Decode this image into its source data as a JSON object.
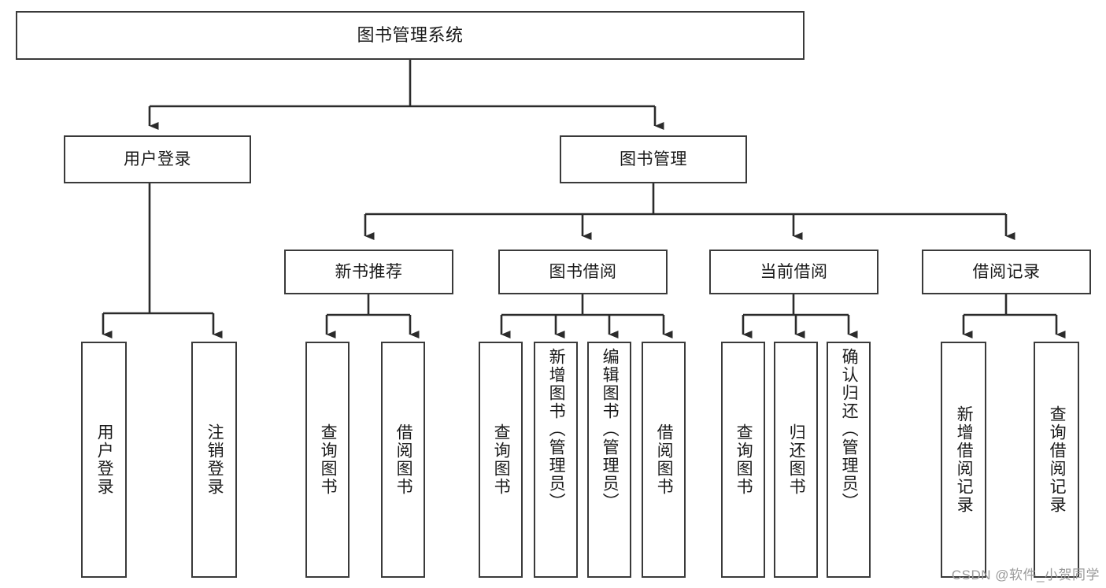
{
  "diagram": {
    "title": "图书管理系统",
    "type": "tree-hierarchy-chart",
    "root": {
      "id": "root",
      "label": "图书管理系统"
    },
    "level2": [
      {
        "id": "user-login",
        "label": "用户登录"
      },
      {
        "id": "book-manage",
        "label": "图书管理"
      }
    ],
    "level3": [
      {
        "id": "new-book-rec",
        "label": "新书推荐"
      },
      {
        "id": "book-borrow",
        "label": "图书借阅"
      },
      {
        "id": "current-borrow",
        "label": "当前借阅"
      },
      {
        "id": "borrow-record",
        "label": "借阅记录"
      }
    ],
    "leaves": {
      "user_login": [
        {
          "id": "leaf-user-login",
          "label": "用户登录"
        },
        {
          "id": "leaf-user-logout",
          "label": "注销登录"
        }
      ],
      "new_book_rec": [
        {
          "id": "leaf-query-book-1",
          "label": "查询图书"
        },
        {
          "id": "leaf-borrow-book-1",
          "label": "借阅图书"
        }
      ],
      "book_borrow": [
        {
          "id": "leaf-query-book-2",
          "label": "查询图书"
        },
        {
          "id": "leaf-add-book",
          "label": "新增图书（管理员）"
        },
        {
          "id": "leaf-edit-book",
          "label": "编辑图书（管理员）"
        },
        {
          "id": "leaf-borrow-book-2",
          "label": "借阅图书"
        }
      ],
      "current_borrow": [
        {
          "id": "leaf-query-book-3",
          "label": "查询图书"
        },
        {
          "id": "leaf-return-book",
          "label": "归还图书"
        },
        {
          "id": "leaf-confirm-return",
          "label": "确认归还（管理员）"
        }
      ],
      "borrow_record": [
        {
          "id": "leaf-add-record",
          "label": "新增借阅记录"
        },
        {
          "id": "leaf-query-record",
          "label": "查询借阅记录"
        }
      ]
    }
  },
  "watermark": {
    "text": "CSDN @软件_小贺同学"
  },
  "colors": {
    "border": "#3a3a3a",
    "background": "#ffffff",
    "text": "#1a1a1a",
    "watermark": "#9a9a9a",
    "edge": "#2b2b2b"
  }
}
